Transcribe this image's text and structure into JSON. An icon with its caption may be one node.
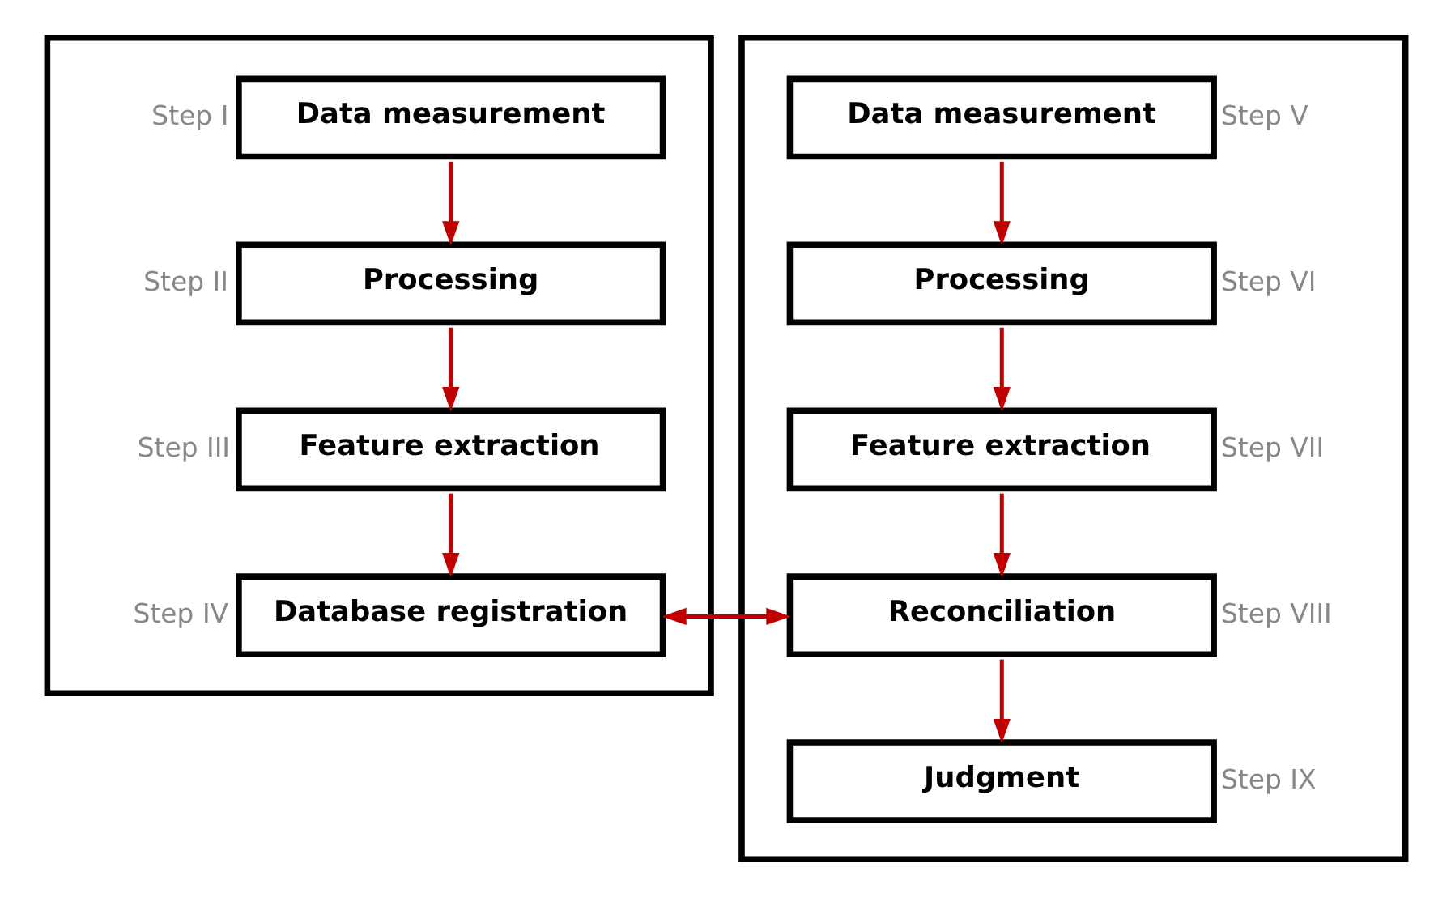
{
  "diagram": {
    "nodes": [
      {
        "text": [],
        "shape": "box"
      },
      {
        "text": [
          "Data measurement"
        ],
        "in": 0,
        "beside": [
          "Step I"
        ]
      },
      {
        "text": [
          "Processing"
        ],
        "in": 0,
        "beside": [
          "Step II"
        ]
      },
      {
        "text": [
          "Feature extraction"
        ],
        "in": 0,
        "beside": [
          "Step III"
        ]
      },
      {
        "text": [
          "Database registration"
        ],
        "in": 0,
        "beside": [
          "Step IV"
        ]
      },
      {
        "text": [],
        "shape": "box"
      },
      {
        "text": [
          "Data measurement"
        ],
        "in": 5,
        "beside": [
          "Step V"
        ]
      },
      {
        "text": [
          "Processing"
        ],
        "in": 5,
        "beside": [
          "Step VI"
        ]
      },
      {
        "text": [
          "Feature extraction"
        ],
        "in": 5,
        "beside": [
          "Step VII"
        ]
      },
      {
        "text": [
          "Reconciliation"
        ],
        "in": 5,
        "beside": [
          "Step VIII"
        ]
      },
      {
        "text": [
          "Judgment"
        ],
        "in": 5,
        "beside": [
          "Step IX"
        ]
      }
    ],
    "edges": [
      {
        "from": 1,
        "to": 2,
        "arrow": "to"
      },
      {
        "from": 2,
        "to": 3,
        "arrow": "to"
      },
      {
        "from": 3,
        "to": 4,
        "arrow": "to"
      },
      {
        "from": 4,
        "to": 9,
        "arrow": "to"
      },
      {
        "from": 9,
        "to": 4,
        "arrow": "to"
      },
      {
        "from": 6,
        "to": 7,
        "arrow": "to"
      },
      {
        "from": 7,
        "to": 8,
        "arrow": "to"
      },
      {
        "from": 8,
        "to": 9,
        "arrow": "to"
      },
      {
        "from": 9,
        "to": 10,
        "arrow": "to"
      }
    ]
  }
}
